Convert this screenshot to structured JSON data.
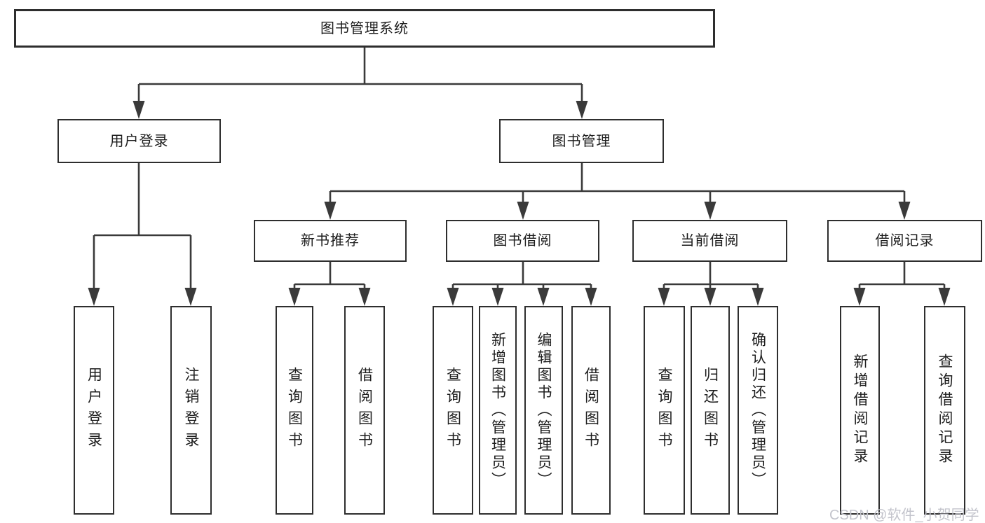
{
  "diagram_title": "图书管理系统",
  "colors": {
    "line": "#3a3a3a",
    "border": "#2e2e2e",
    "box_fill": "#ffffff",
    "text": "#1d1d1d",
    "watermark": "#c3c4cc",
    "background": "#ffffff"
  },
  "tree": {
    "root": "图书管理系统",
    "children": [
      {
        "label": "用户登录",
        "children": [
          "用户登录",
          "注销登录"
        ]
      },
      {
        "label": "图书管理",
        "children": [
          {
            "label": "新书推荐",
            "children": [
              "查询图书",
              "借阅图书"
            ]
          },
          {
            "label": "图书借阅",
            "children": [
              "查询图书",
              "新增图书（管理员）",
              "编辑图书（管理员）",
              "借阅图书"
            ]
          },
          {
            "label": "当前借阅",
            "children": [
              "查询图书",
              "归还图书",
              "确认归还（管理员）"
            ]
          },
          {
            "label": "借阅记录",
            "children": [
              "新增借阅记录",
              "查询借阅记录"
            ]
          }
        ]
      }
    ]
  },
  "watermark": "CSDN @软件_小贺同学"
}
